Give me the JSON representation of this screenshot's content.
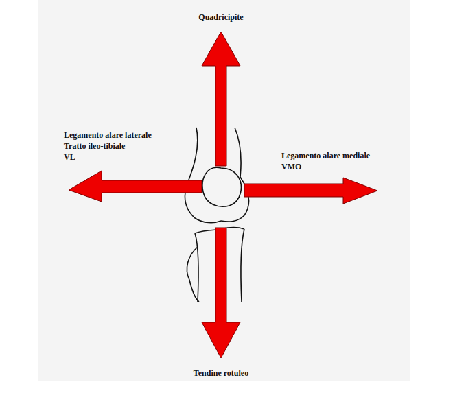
{
  "diagram": {
    "labels": [
      "Quadricipite",
      "Legamento alare laterale",
      "Tratto ileo-tibiale",
      "VL",
      "Legamento alare mediale",
      "VMO",
      "Tendine rotuleo"
    ]
  }
}
